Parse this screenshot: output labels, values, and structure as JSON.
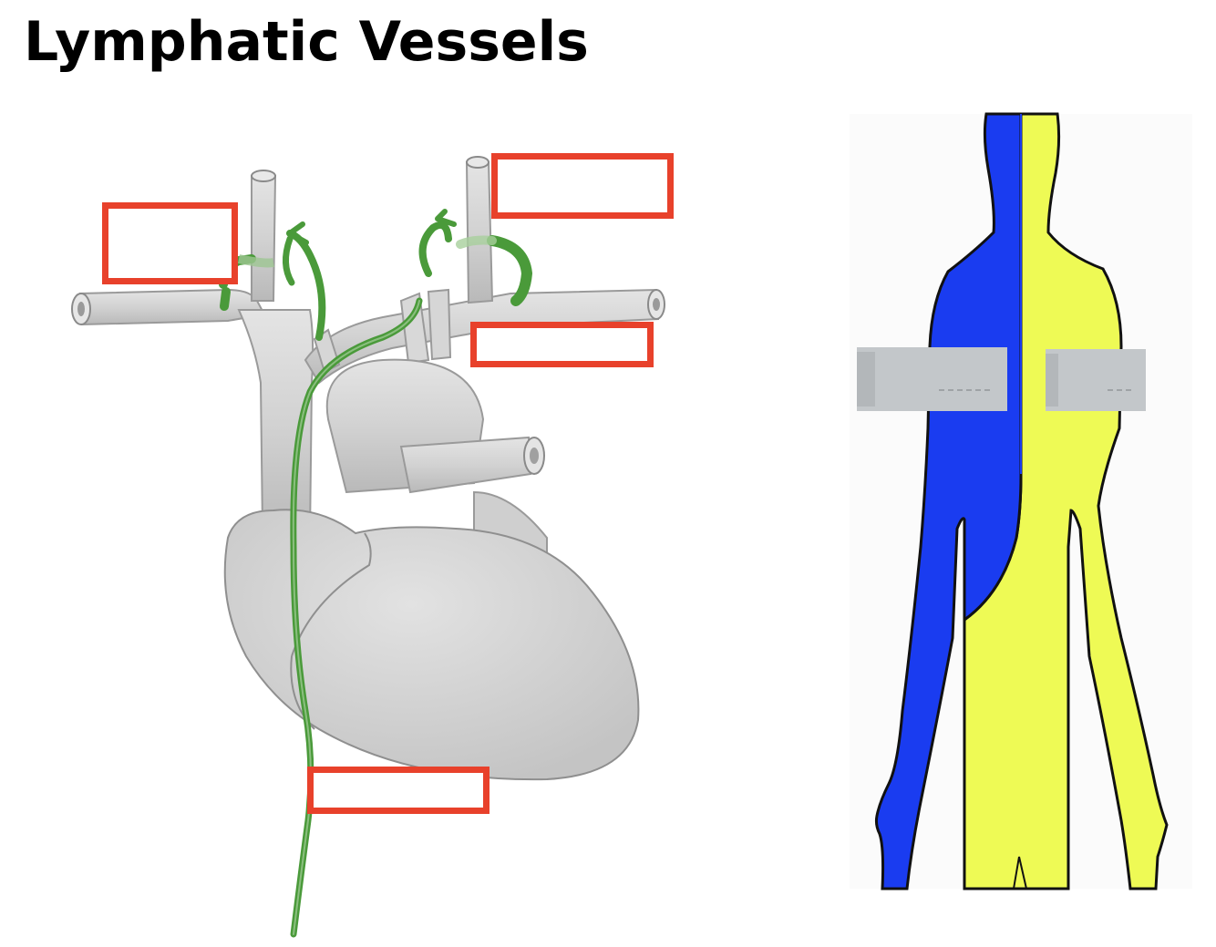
{
  "page": {
    "title": "Lymphatic Vessels"
  },
  "heart_diagram": {
    "label_boxes": [
      {
        "id": "label-box-1",
        "text": ""
      },
      {
        "id": "label-box-2",
        "text": ""
      },
      {
        "id": "label-box-3",
        "text": ""
      },
      {
        "id": "label-box-4",
        "text": ""
      }
    ]
  },
  "drainage_diagram": {
    "colors": {
      "right_lymphatic_region": "#1a3cf0",
      "thoracic_duct_region": "#eefa55",
      "vein_band": "#c3c7ca",
      "outline": "#111111"
    }
  },
  "colors": {
    "label_box_border": "#e8412b",
    "lymph_vessel": "#4a9a3a",
    "heart_fill": "#d3d3d3",
    "heart_stroke": "#8f8f8f"
  }
}
